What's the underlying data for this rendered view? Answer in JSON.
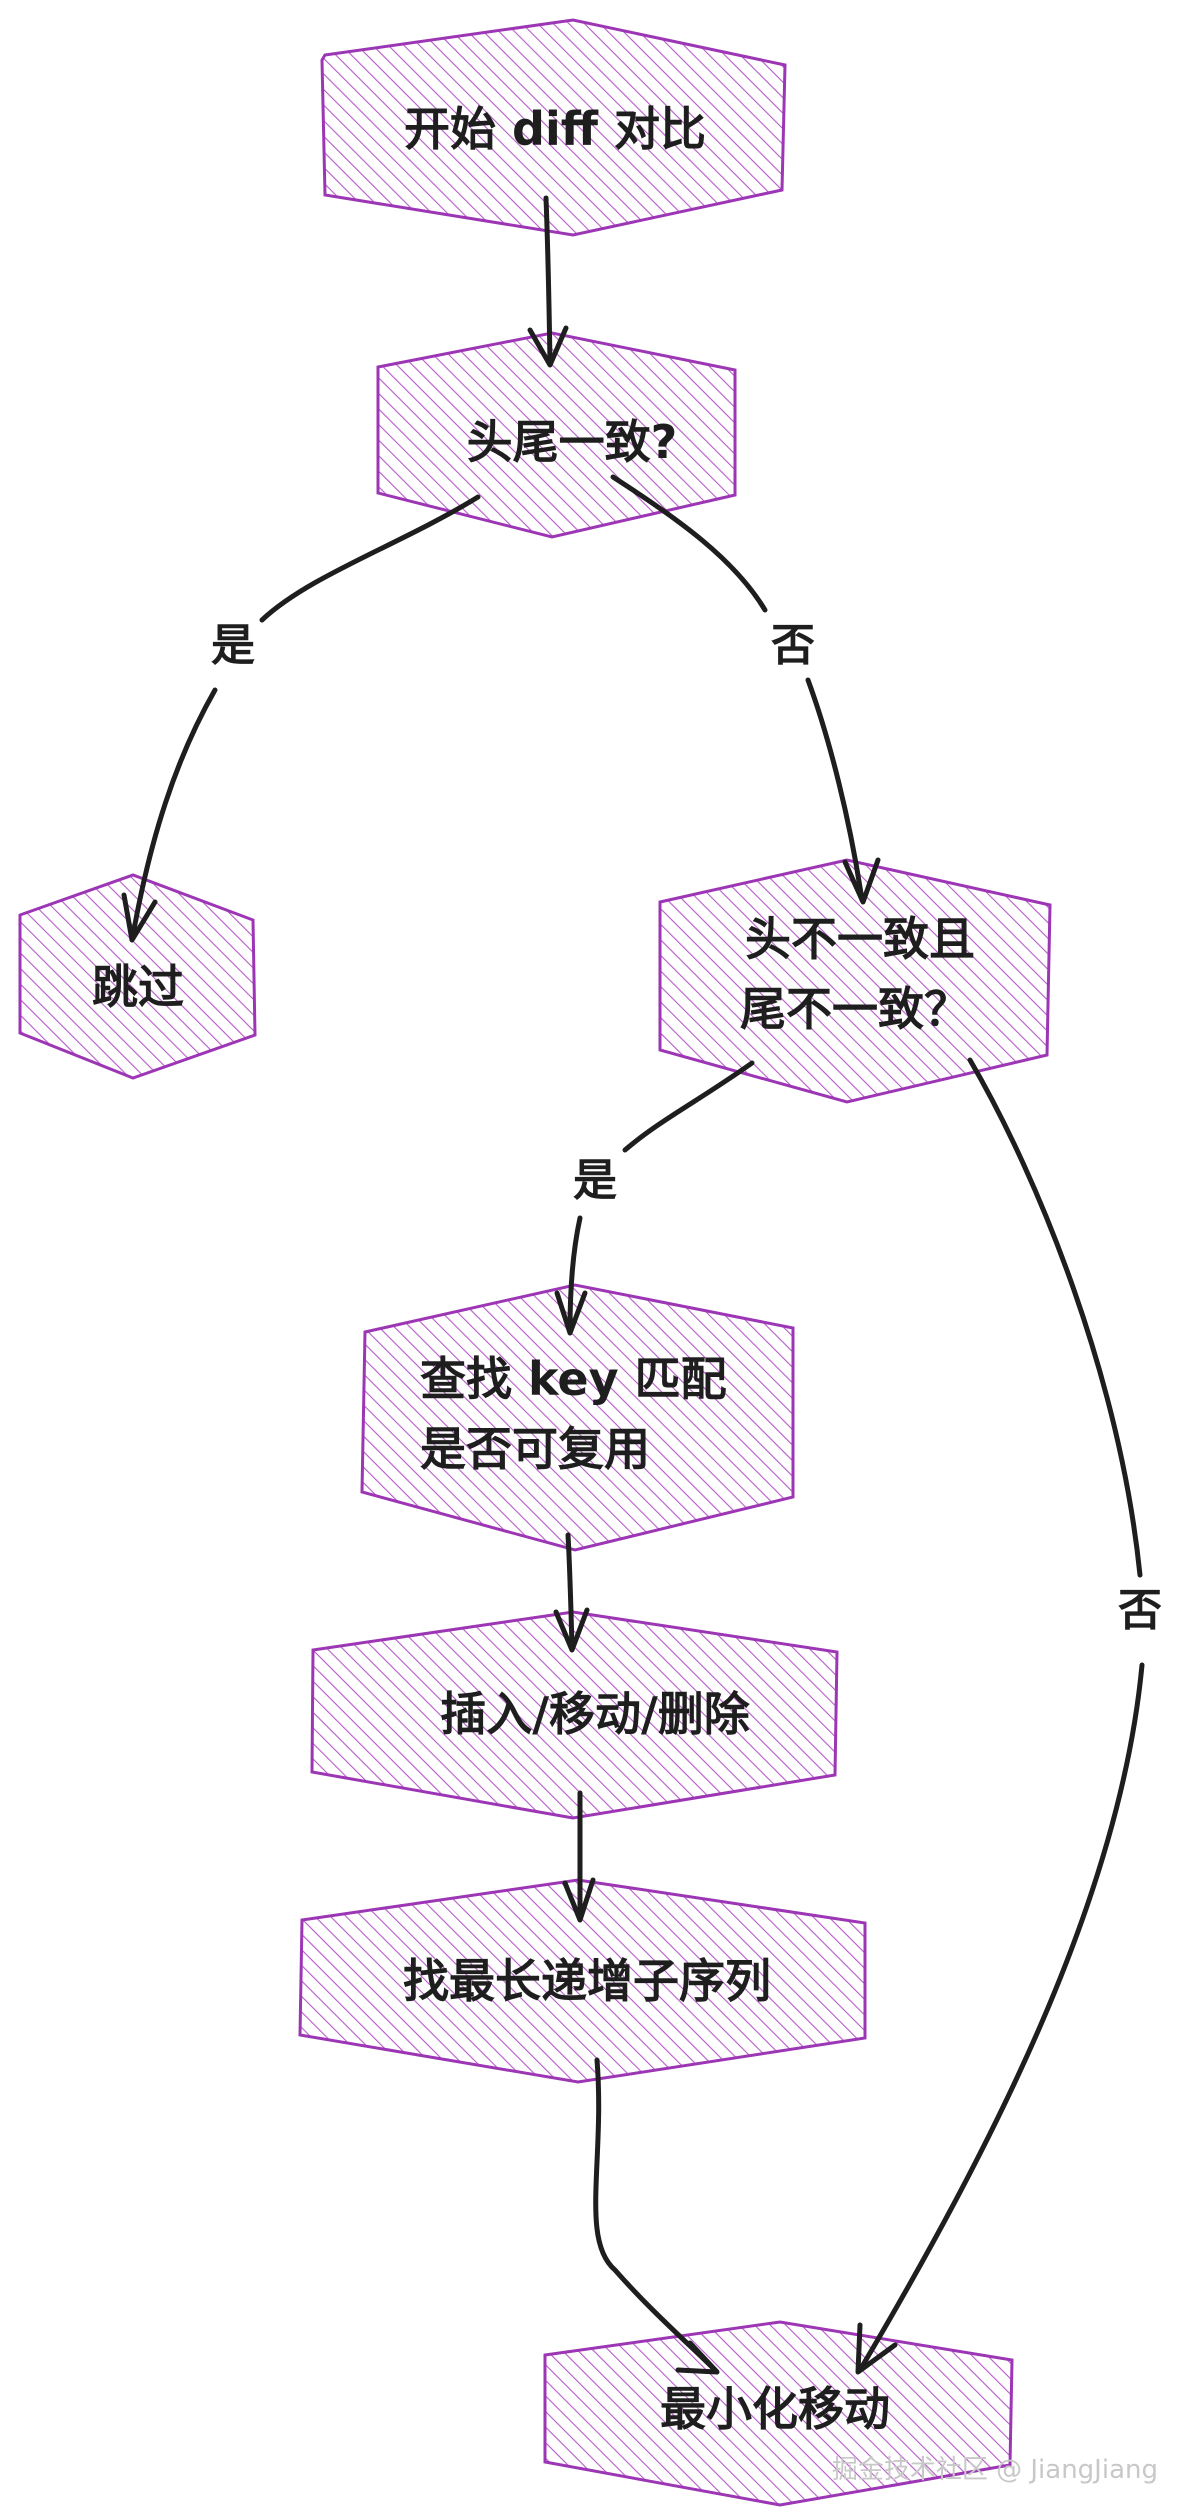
{
  "diagram": {
    "nodes": {
      "start": "开始 diff 对比",
      "head_tail_match": [
        "头尾一致?"
      ],
      "skip": "跳过",
      "head_tail_mismatch": [
        "头不一致且",
        "尾不一致？"
      ],
      "find_key": [
        "查找 key 匹配",
        "是否可复用"
      ],
      "insert_move_delete": "插入/移动/删除",
      "lis": "找最长递增子序列",
      "min_move": "最小化移动"
    },
    "edge_labels": {
      "yes_1": "是",
      "no_1": "否",
      "yes_2": "是",
      "no_2": "否"
    }
  },
  "colors": {
    "shape_stroke": "#9c36b5",
    "hatch": "#b65ac8",
    "text": "#1e1e1e",
    "edge": "#1e1e1e"
  },
  "watermark": "掘金技术社区 @ JiangJiang"
}
